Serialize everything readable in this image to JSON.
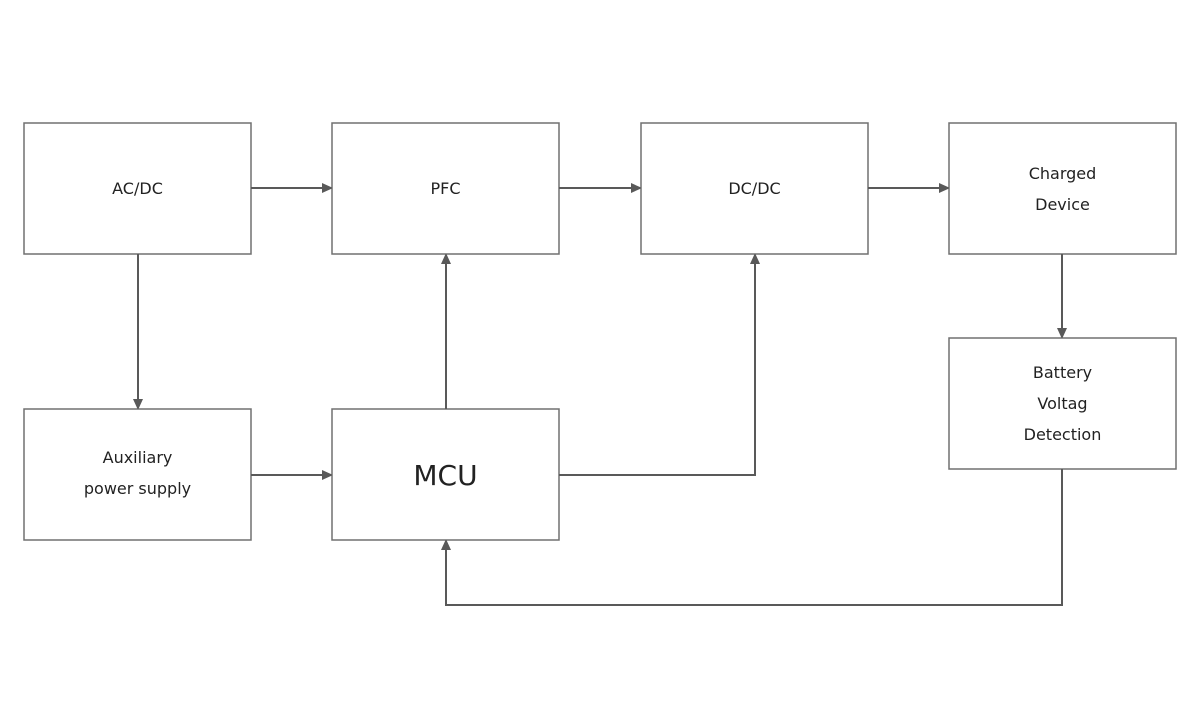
{
  "blocks": {
    "acdc": {
      "lines": [
        "AC/DC"
      ]
    },
    "pfc": {
      "lines": [
        "PFC"
      ]
    },
    "dcdc": {
      "lines": [
        "DC/DC"
      ]
    },
    "charged": {
      "lines": [
        "Charged",
        "Device"
      ]
    },
    "aux": {
      "lines": [
        "Auxiliary",
        "power supply"
      ]
    },
    "mcu": {
      "lines": [
        "MCU"
      ]
    },
    "battery": {
      "lines": [
        "Battery",
        "Voltag",
        "Detection"
      ]
    }
  },
  "colors": {
    "border": "#707070",
    "arrow": "#595959",
    "text": "#222222"
  }
}
